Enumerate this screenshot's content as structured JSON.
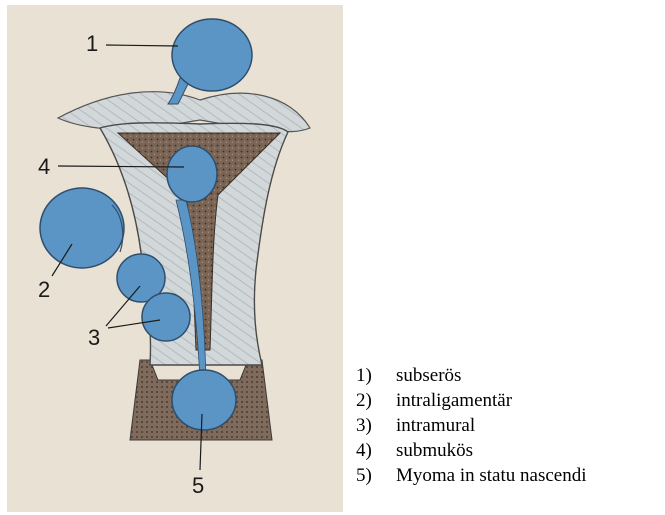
{
  "figure": {
    "paper_color": "#e9e1d3",
    "myoma_color": "#5b95c6",
    "myoma_stroke": "#2f4e6c",
    "muscle_color": "#cfd4d6",
    "cavity_color": "#6f5a4c",
    "markers": [
      "1",
      "2",
      "3",
      "4",
      "5"
    ]
  },
  "legend": {
    "items": [
      {
        "num": "1)",
        "label": "subserös"
      },
      {
        "num": "2)",
        "label": "intraligamentär"
      },
      {
        "num": "3)",
        "label": "intramural"
      },
      {
        "num": "4)",
        "label": "submukös"
      },
      {
        "num": "5)",
        "label": "Myoma in statu nascendi"
      }
    ]
  }
}
